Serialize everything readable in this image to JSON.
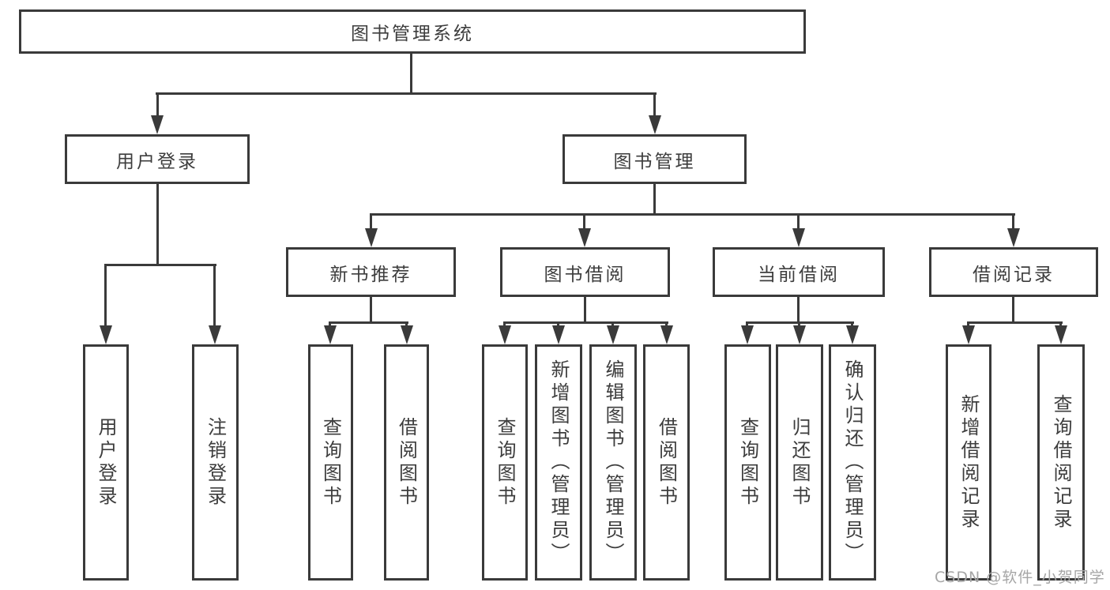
{
  "colors": {
    "line": "#3a3a3a",
    "text": "#3d3d3d",
    "watermark": "#a6a6a6",
    "background": "#ffffff"
  },
  "nodes": {
    "root": {
      "label": "图书管理系统"
    },
    "level2": [
      {
        "label": "用户登录"
      },
      {
        "label": "图书管理"
      }
    ],
    "level3": [
      {
        "label": "新书推荐",
        "parent": "图书管理"
      },
      {
        "label": "图书借阅",
        "parent": "图书管理"
      },
      {
        "label": "当前借阅",
        "parent": "图书管理"
      },
      {
        "label": "借阅记录",
        "parent": "图书管理"
      }
    ],
    "leaves": [
      {
        "label": "用户登录",
        "parent": "用户登录"
      },
      {
        "label": "注销登录",
        "parent": "用户登录"
      },
      {
        "label": "查询图书",
        "parent": "新书推荐"
      },
      {
        "label": "借阅图书",
        "parent": "新书推荐"
      },
      {
        "label": "查询图书",
        "parent": "图书借阅"
      },
      {
        "label": "新增图书（管理员）",
        "parent": "图书借阅"
      },
      {
        "label": "编辑图书（管理员）",
        "parent": "图书借阅"
      },
      {
        "label": "借阅图书",
        "parent": "图书借阅"
      },
      {
        "label": "查询图书",
        "parent": "当前借阅"
      },
      {
        "label": "归还图书",
        "parent": "当前借阅"
      },
      {
        "label": "确认归还（管理员）",
        "parent": "当前借阅"
      },
      {
        "label": "新增借阅记录",
        "parent": "借阅记录"
      },
      {
        "label": "查询借阅记录",
        "parent": "借阅记录"
      }
    ]
  },
  "watermark": "CSDN @软件_小贺同学"
}
